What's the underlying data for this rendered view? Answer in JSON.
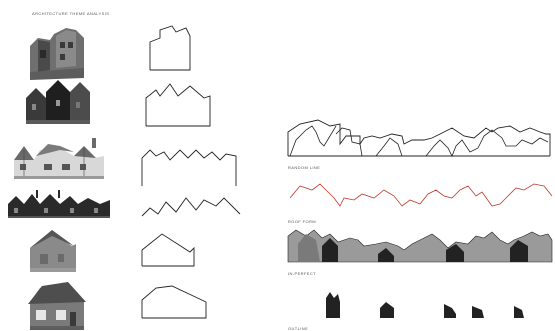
{
  "page": {
    "title": "ARCHITECTURE THEME ANALYSIS"
  },
  "houses": [
    {
      "name": "house-photo-1"
    },
    {
      "name": "house-photo-2"
    },
    {
      "name": "house-photo-3"
    },
    {
      "name": "house-photo-4"
    },
    {
      "name": "house-photo-5"
    },
    {
      "name": "house-photo-6"
    }
  ],
  "studies": {
    "random_line_label": "RANDOM LINE",
    "roof_form_label": "ROOF FORM",
    "in_perfect_label": "IN-PERFECT",
    "outline_label": "OUTLINE"
  },
  "colors": {
    "line": "#222222",
    "random_line": "#c0392b",
    "roof_fill": "#9a9a9a",
    "dark_fill": "#222222"
  }
}
